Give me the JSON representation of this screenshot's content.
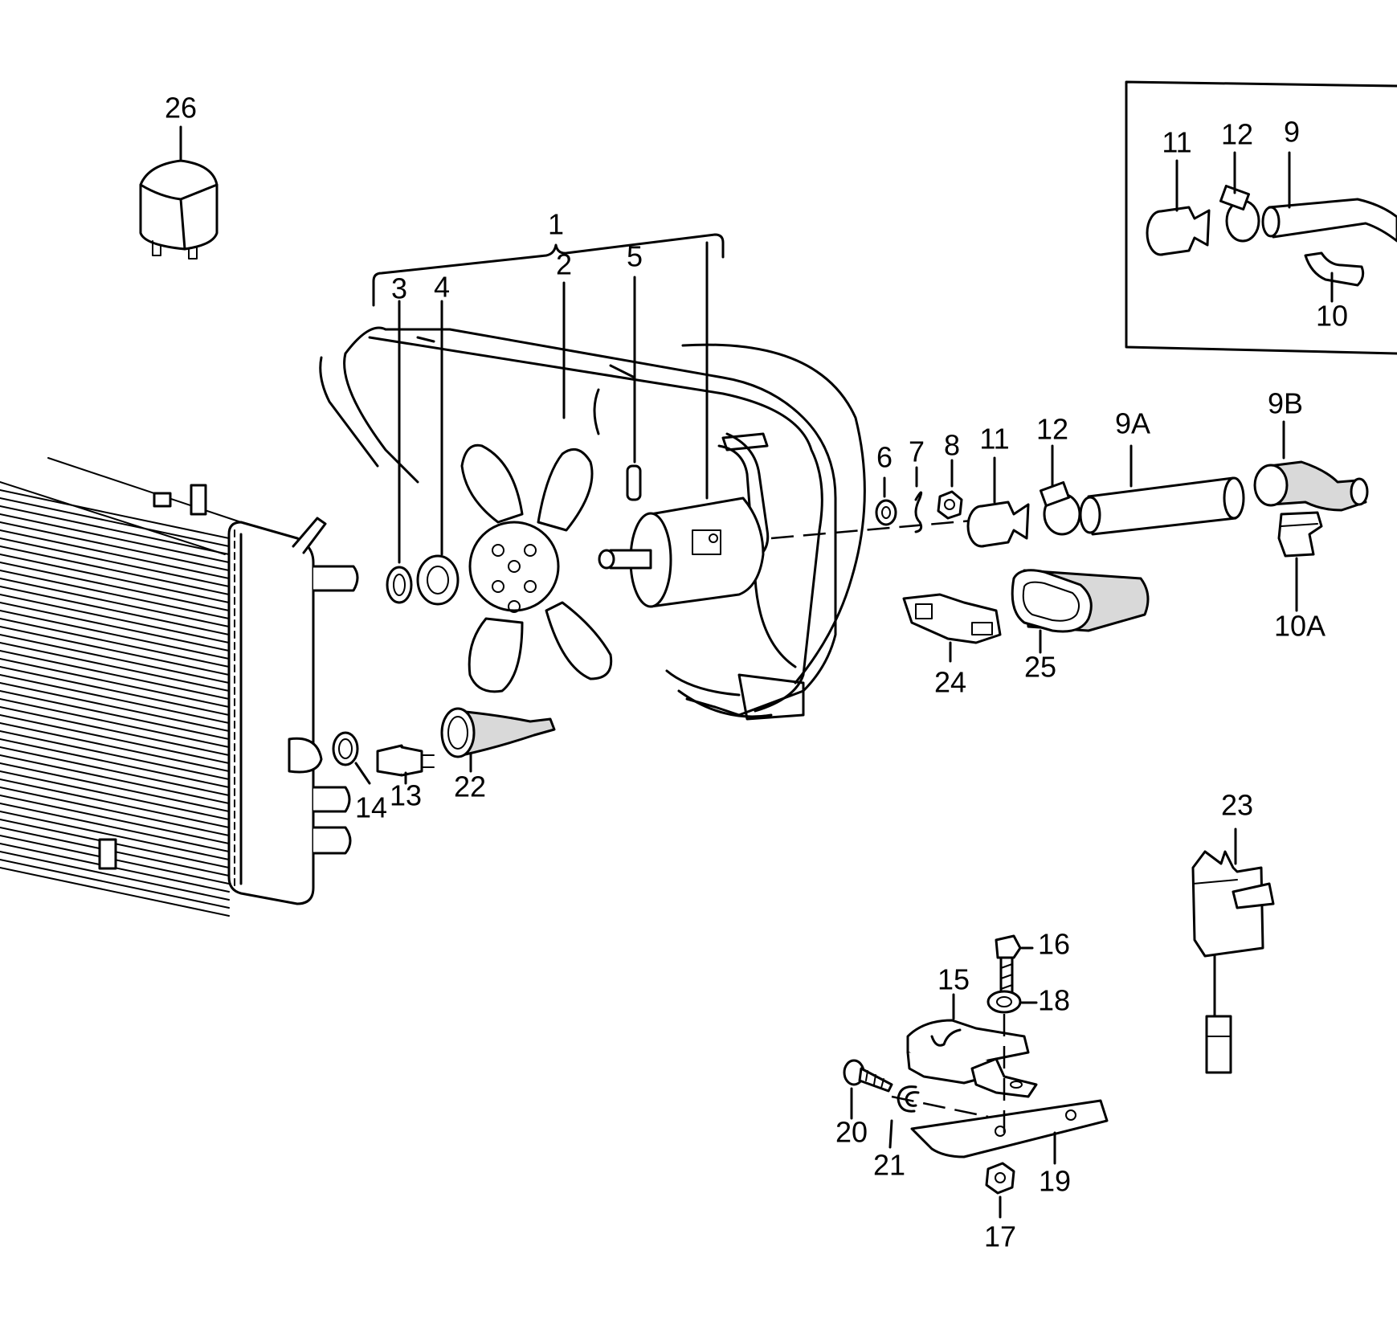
{
  "callouts": {
    "c1": "1",
    "c2": "2",
    "c3": "3",
    "c4": "4",
    "c5": "5",
    "c6": "6",
    "c7": "7",
    "c8": "8",
    "c9": "9",
    "c9A": "9A",
    "c9B": "9B",
    "c10": "10",
    "c10A": "10A",
    "c11_inset": "11",
    "c12_inset": "12",
    "c11": "11",
    "c12": "12",
    "c13": "13",
    "c14": "14",
    "c15": "15",
    "c16": "16",
    "c17": "17",
    "c18": "18",
    "c19": "19",
    "c20": "20",
    "c21": "21",
    "c22": "22",
    "c23": "23",
    "c24": "24",
    "c25": "25",
    "c26": "26"
  }
}
